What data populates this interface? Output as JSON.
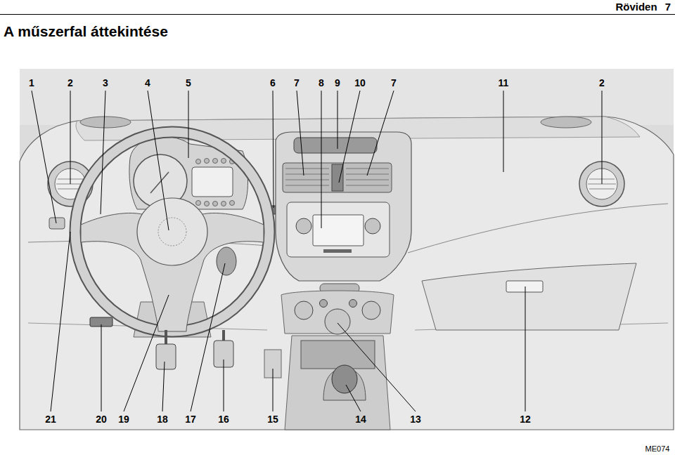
{
  "diagram": {
    "title": "A műszerfal áttekintése",
    "labels": [
      "Röviden",
      "7",
      "1",
      "2",
      "3",
      "4",
      "5",
      "6",
      "7",
      "8",
      "9",
      "10",
      "7",
      "11",
      "2",
      "21",
      "20",
      "19",
      "18",
      "17",
      "16",
      "15",
      "14",
      "13",
      "12",
      "ME074"
    ]
  }
}
